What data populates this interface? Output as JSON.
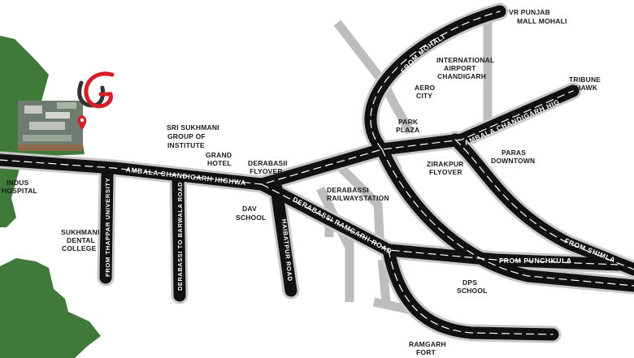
{
  "map": {
    "colors": {
      "background": "#ffffff",
      "road": "#111111",
      "road_edge": "#c8c8c8",
      "secondary_road": "#b8b8b8",
      "greenery": "#3f7a3a",
      "logo_red": "#d51f26",
      "logo_gray": "#333333",
      "marker": "#d51f26"
    },
    "icons": [
      "logo-icon",
      "location-pin-icon",
      "project-aerial-photo"
    ],
    "places": {
      "vr_punjab": [
        "VR PUNJAB",
        "MALL MOHALI"
      ],
      "airport": [
        "INTERNATIONAL",
        "AIRPORT",
        "CHANDIGARH"
      ],
      "aero_city": [
        "AERO",
        "CITY"
      ],
      "tribune_chawk": [
        "TRIBUNE",
        "CHAWK"
      ],
      "park_plaza": [
        "PARK",
        "PLAZA"
      ],
      "sri_sukhmani": [
        "SRI SUKHMANI",
        "GROUP OF",
        "INSTITUTE"
      ],
      "grand_hotel": [
        "GRAND",
        "HOTEL"
      ],
      "derabasii_flyover": [
        "DERABASII",
        "FLYOVER"
      ],
      "paras_downtown": [
        "PARAS",
        "DOWNTOWN"
      ],
      "zirakpur_flyover": [
        "ZIRAKPUR",
        "FLYOVER"
      ],
      "indus_hospital": [
        "INDUS",
        "HOSPITAL"
      ],
      "derabassi_railwaystation": [
        "DERABASSI",
        "RAILWAYSTATION"
      ],
      "dav_school": [
        "DAV",
        "SCHOOL"
      ],
      "sukhmani_dental": [
        "SUKHMANI",
        "DENTAL",
        "COLLEGE"
      ],
      "dps_school": [
        "DPS",
        "SCHOOL"
      ],
      "ramgarh_fort": [
        "RAMGARH",
        "FORT"
      ]
    },
    "roads": {
      "from_mohali": "FROM MOHALI",
      "ambala_chandigarh_highway_east": "AMBALA CHANDIGARH HIGHWAY",
      "ambala_chandigarh_highway_west": "AMBALA CHANDIGARH HIGHWAY",
      "from_thappar_university": "FROM THAPPAR UNIVERSITY",
      "derabassi_to_barwala_road": "DERABASSI TO BARWALA ROAD",
      "haibatpur_road": "HAIBATPUR ROAD",
      "derabassi_ramgarh_road": "DERABASSI RAMGARH ROAD",
      "from_punchkula": "FROM PUNCHKULA",
      "from_shimla": "FROM SHIMLA"
    }
  }
}
